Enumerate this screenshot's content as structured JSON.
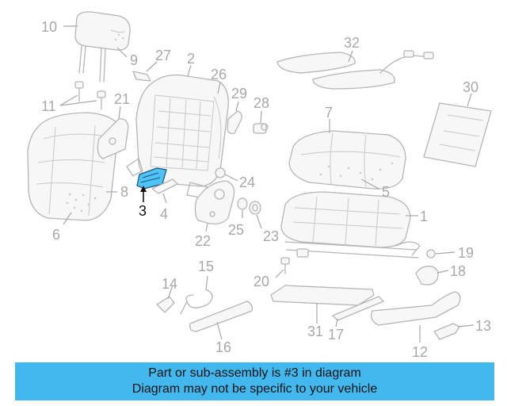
{
  "diagram": {
    "highlighted_part": "3",
    "callouts": {
      "c1": "1",
      "c2": "2",
      "c3": "3",
      "c4": "4",
      "c5": "5",
      "c6": "6",
      "c7": "7",
      "c8": "8",
      "c9": "9",
      "c10": "10",
      "c11": "11",
      "c12": "12",
      "c13": "13",
      "c14": "14",
      "c15": "15",
      "c16": "16",
      "c17": "17",
      "c18": "18",
      "c19": "19",
      "c20": "20",
      "c21": "21",
      "c22": "22",
      "c23": "23",
      "c24": "24",
      "c25": "25",
      "c26": "26",
      "c27": "27",
      "c28": "28",
      "c29": "29",
      "c30": "30",
      "c31": "31",
      "c32": "32"
    },
    "colors": {
      "line": "#b5b5b5",
      "label": "#a8a8a8",
      "highlight": "#4fc3f7",
      "banner": "#43b8ef"
    }
  },
  "banner": {
    "line1": "Part or sub-assembly is #3 in diagram",
    "line2": "Diagram may not be specific to your vehicle"
  }
}
